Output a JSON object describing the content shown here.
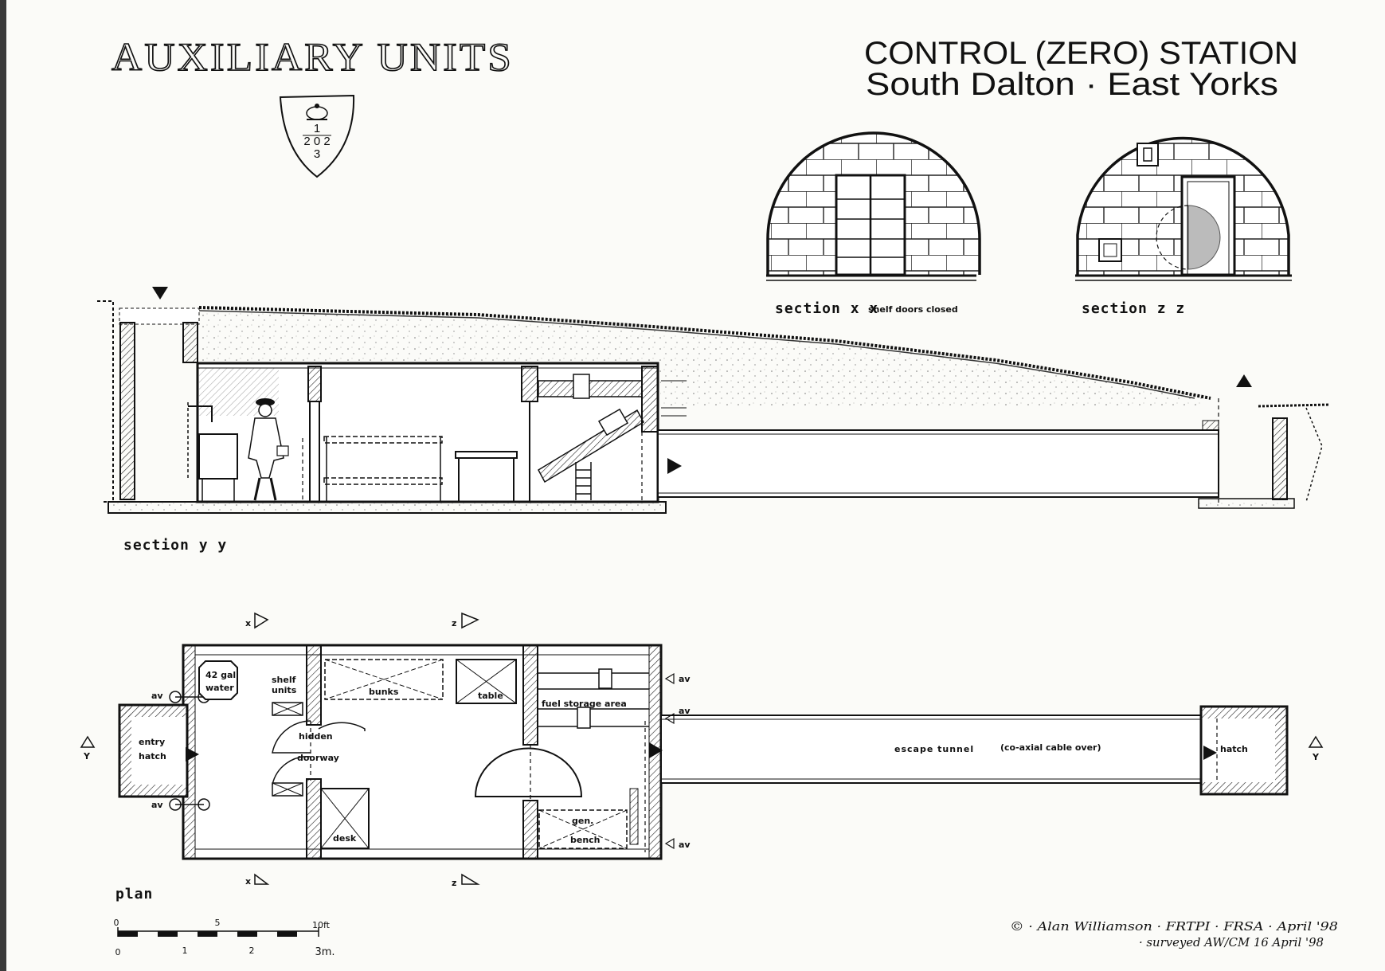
{
  "header": {
    "brand": "AUXILIARY UNITS",
    "title_line1": "CONTROL (ZERO) STATION",
    "title_line2": "South Dalton · East Yorks",
    "badge": {
      "top": "1",
      "middle": "2 0 2",
      "bottom": "3"
    }
  },
  "sections": {
    "xx_title": "section x x",
    "xx_note": "shelf doors closed",
    "zz_title": "section z z",
    "yy_title": "section y y"
  },
  "plan": {
    "title": "plan",
    "labels": {
      "water_1": "42 gal",
      "water_2": "water",
      "shelf_1": "shelf",
      "shelf_2": "units",
      "bunks": "bunks",
      "table": "table",
      "fuel": "fuel storage area",
      "hidden": "hidden",
      "doorway": "doorway",
      "entry_1": "entry",
      "entry_2": "hatch",
      "desk": "desk",
      "gen": "gen.",
      "bench": "bench",
      "tunnel": "escape tunnel",
      "cable": "(co-axial cable over)",
      "hatch": "hatch",
      "av": "av",
      "x_marker": "x",
      "z_marker": "z",
      "y_marker": "Y"
    }
  },
  "scale": {
    "feet": [
      "0",
      "5",
      "10ft"
    ],
    "metres": [
      "0",
      "1",
      "2",
      "3m."
    ]
  },
  "credit": {
    "line1": "© · Alan Williamson · FRTPI · FRSA ·   April '98",
    "line2": "· surveyed AW/CM   16 April '98"
  }
}
